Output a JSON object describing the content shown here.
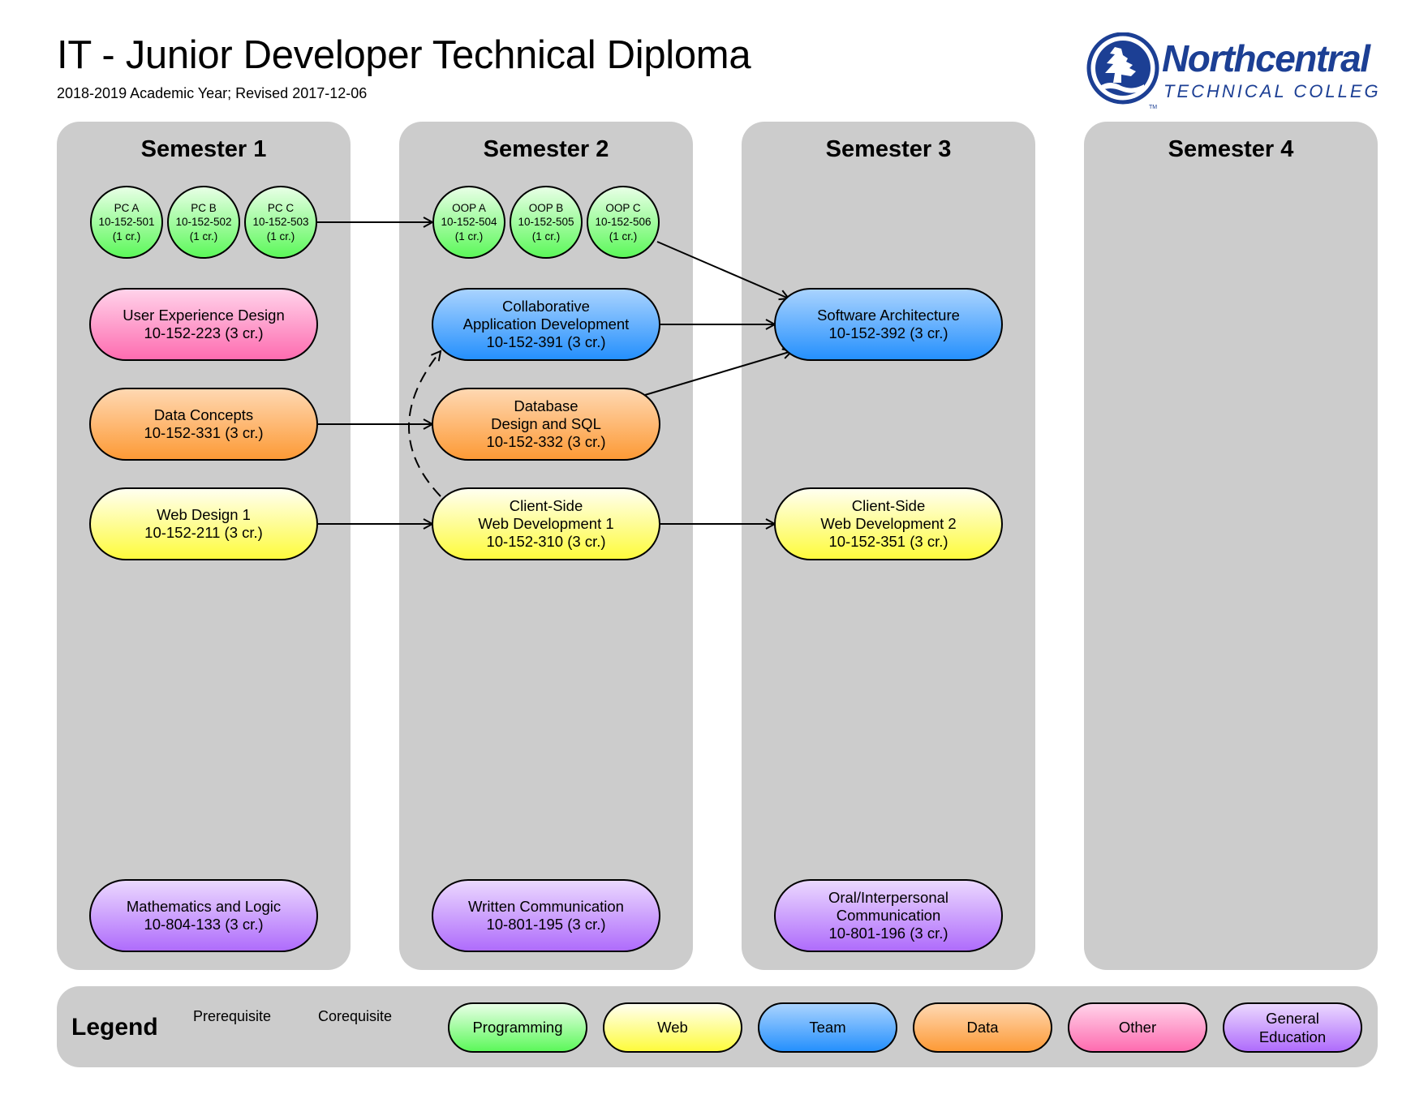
{
  "header": {
    "title": "IT - Junior Developer Technical Diploma",
    "subtitle": "2018-2019 Academic Year; Revised 2017-12-06",
    "logo": {
      "name": "Northcentral",
      "tagline": "TECHNICAL COLLEGE",
      "trademark": "TM",
      "color": "#1c3f94"
    }
  },
  "semesters": [
    {
      "title": "Semester 1"
    },
    {
      "title": "Semester 2"
    },
    {
      "title": "Semester 3"
    },
    {
      "title": "Semester 4"
    }
  ],
  "courses": {
    "pc_a": {
      "lines": [
        "PC A",
        "10-152-501",
        "(1 cr.)"
      ],
      "category": "Programming",
      "semester": 1
    },
    "pc_b": {
      "lines": [
        "PC B",
        "10-152-502",
        "(1 cr.)"
      ],
      "category": "Programming",
      "semester": 1
    },
    "pc_c": {
      "lines": [
        "PC C",
        "10-152-503",
        "(1 cr.)"
      ],
      "category": "Programming",
      "semester": 1
    },
    "ux": {
      "lines": [
        "User Experience Design",
        "10-152-223 (3 cr.)"
      ],
      "category": "Other",
      "semester": 1
    },
    "data_concepts": {
      "lines": [
        "Data Concepts",
        "10-152-331 (3 cr.)"
      ],
      "category": "Data",
      "semester": 1
    },
    "web_design_1": {
      "lines": [
        "Web Design 1",
        "10-152-211 (3 cr.)"
      ],
      "category": "Web",
      "semester": 1
    },
    "math_logic": {
      "lines": [
        "Mathematics and Logic",
        "10-804-133 (3 cr.)"
      ],
      "category": "General Education",
      "semester": 1
    },
    "oop_a": {
      "lines": [
        "OOP A",
        "10-152-504",
        "(1 cr.)"
      ],
      "category": "Programming",
      "semester": 2
    },
    "oop_b": {
      "lines": [
        "OOP B",
        "10-152-505",
        "(1 cr.)"
      ],
      "category": "Programming",
      "semester": 2
    },
    "oop_c": {
      "lines": [
        "OOP C",
        "10-152-506",
        "(1 cr.)"
      ],
      "category": "Programming",
      "semester": 2
    },
    "collab_app": {
      "lines": [
        "Collaborative",
        "Application Development",
        "10-152-391 (3 cr.)"
      ],
      "category": "Team",
      "semester": 2
    },
    "db_sql": {
      "lines": [
        "Database",
        "Design and SQL",
        "10-152-332 (3 cr.)"
      ],
      "category": "Data",
      "semester": 2
    },
    "csweb_1": {
      "lines": [
        "Client-Side",
        "Web Development 1",
        "10-152-310 (3 cr.)"
      ],
      "category": "Web",
      "semester": 2
    },
    "written_comm": {
      "lines": [
        "Written Communication",
        "10-801-195 (3 cr.)"
      ],
      "category": "General Education",
      "semester": 2
    },
    "sw_arch": {
      "lines": [
        "Software Architecture",
        "10-152-392 (3 cr.)"
      ],
      "category": "Team",
      "semester": 3
    },
    "csweb_2": {
      "lines": [
        "Client-Side",
        "Web Development 2",
        "10-152-351 (3 cr.)"
      ],
      "category": "Web",
      "semester": 3
    },
    "oral_comm": {
      "lines": [
        "Oral/Interpersonal",
        "Communication",
        "10-801-196 (3 cr.)"
      ],
      "category": "General Education",
      "semester": 3
    }
  },
  "relations": [
    {
      "from": "pc_c",
      "to": "oop_a",
      "type": "prerequisite"
    },
    {
      "from": "oop_c",
      "to": "sw_arch",
      "type": "prerequisite"
    },
    {
      "from": "collab_app",
      "to": "sw_arch",
      "type": "prerequisite"
    },
    {
      "from": "db_sql",
      "to": "sw_arch",
      "type": "prerequisite"
    },
    {
      "from": "data_concepts",
      "to": "db_sql",
      "type": "prerequisite"
    },
    {
      "from": "web_design_1",
      "to": "csweb_1",
      "type": "prerequisite"
    },
    {
      "from": "csweb_1",
      "to": "csweb_2",
      "type": "prerequisite"
    },
    {
      "from": "csweb_1",
      "to": "collab_app",
      "type": "corequisite"
    }
  ],
  "legend": {
    "title": "Legend",
    "prerequisite": "Prerequisite",
    "corequisite": "Corequisite",
    "categories": [
      {
        "label": "Programming",
        "color_top": "#e8ffe6",
        "color_bottom": "#5cf85a"
      },
      {
        "label": "Web",
        "color_top": "#fffff0",
        "color_bottom": "#fefb3c"
      },
      {
        "label": "Team",
        "color_top": "#a9d3fe",
        "color_bottom": "#2590fd"
      },
      {
        "label": "Data",
        "color_top": "#fed8b2",
        "color_bottom": "#fd9a36"
      },
      {
        "label": "Other",
        "color_top": "#ffd3ea",
        "color_bottom": "#fe6cb0"
      },
      {
        "label": "General\nEducation",
        "color_top": "#ebd8fe",
        "color_bottom": "#af6cfc"
      }
    ]
  }
}
